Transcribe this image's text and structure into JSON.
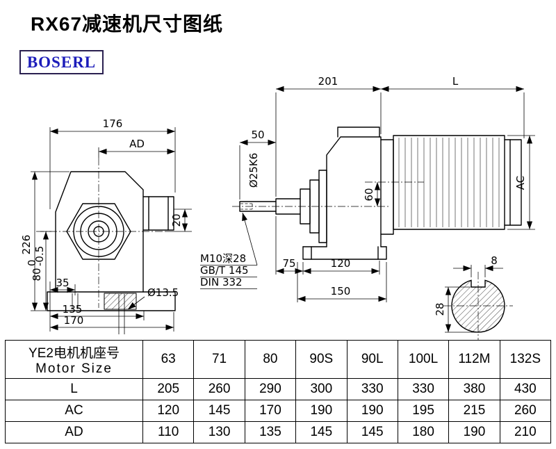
{
  "page": {
    "title": "RX67减速机尺寸图纸",
    "brand": "BOSERL"
  },
  "front_view": {
    "dim_width_top": "176",
    "dim_ad_label": "AD",
    "dim_height": "226",
    "dim_80": "80",
    "dim_80_tol_upper": "0",
    "dim_80_tol_lower": "-0.5",
    "dim_20": "20",
    "dim_35": "35",
    "dim_135": "135",
    "dim_170": "170",
    "dim_hole": "Ø13.5"
  },
  "side_view": {
    "dim_201": "201",
    "dim_l_label": "L",
    "dim_50": "50",
    "shaft_dia": "Ø25K6",
    "dim_60": "60",
    "dim_ac_label": "AC",
    "thread_note": "M10深28",
    "std_gb": "GB/T 145",
    "std_din": "DIN 332",
    "dim_75": "75",
    "dim_120": "120",
    "dim_150": "150"
  },
  "shaft_section": {
    "dim_key_width": "8",
    "dim_28": "28"
  },
  "table": {
    "header_cn": "YE2电机机座号",
    "header_en": "Motor Size",
    "sizes": [
      "63",
      "71",
      "80",
      "90S",
      "90L",
      "100L",
      "112M",
      "132S"
    ],
    "rows": [
      {
        "label": "L",
        "values": [
          "205",
          "260",
          "290",
          "300",
          "330",
          "330",
          "380",
          "430"
        ]
      },
      {
        "label": "AC",
        "values": [
          "120",
          "145",
          "170",
          "190",
          "190",
          "195",
          "215",
          "260"
        ]
      },
      {
        "label": "AD",
        "values": [
          "110",
          "130",
          "135",
          "145",
          "145",
          "180",
          "190",
          "210"
        ]
      }
    ]
  }
}
